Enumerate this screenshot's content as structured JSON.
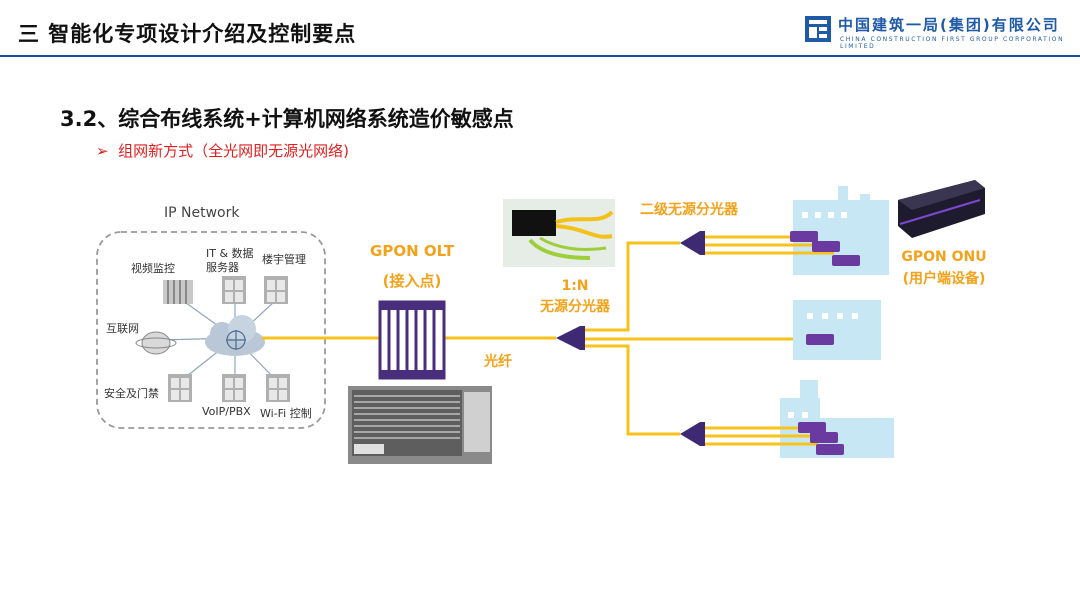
{
  "header": {
    "title": "三  智能化专项设计介绍及控制要点",
    "company_cn": "中国建筑一局(集团)有限公司",
    "company_en": "CHINA CONSTRUCTION FIRST GROUP CORPORATION LIMITED"
  },
  "section": {
    "title": "3.2、综合布线系统+计算机网络系统造价敏感点",
    "bullet_marker": "➢",
    "bullet": "组网新方式（全光网即无源光网络)"
  },
  "diagram": {
    "ip_network": "IP Network",
    "services": {
      "video": "视频监控",
      "it_line1": "IT & 数据",
      "it_line2": "服务器",
      "building": "楼宇管理",
      "internet": "互联网",
      "security": "安全及门禁",
      "voip": "VoIP/PBX",
      "wifi": "Wi-Fi 控制"
    },
    "olt_line1": "GPON OLT",
    "olt_line2": "(接入点)",
    "fiber": "光纤",
    "splitter_line1": "1:N",
    "splitter_line2": "无源分光器",
    "splitter2": "二级无源分光器",
    "onu_line1": "GPON ONU",
    "onu_line2": "(用户端设备)",
    "colors": {
      "fiber": "#f7c21b",
      "label": "#f3a21a",
      "purple": "#4a2e7e",
      "blue": "#1f5aa6"
    }
  }
}
